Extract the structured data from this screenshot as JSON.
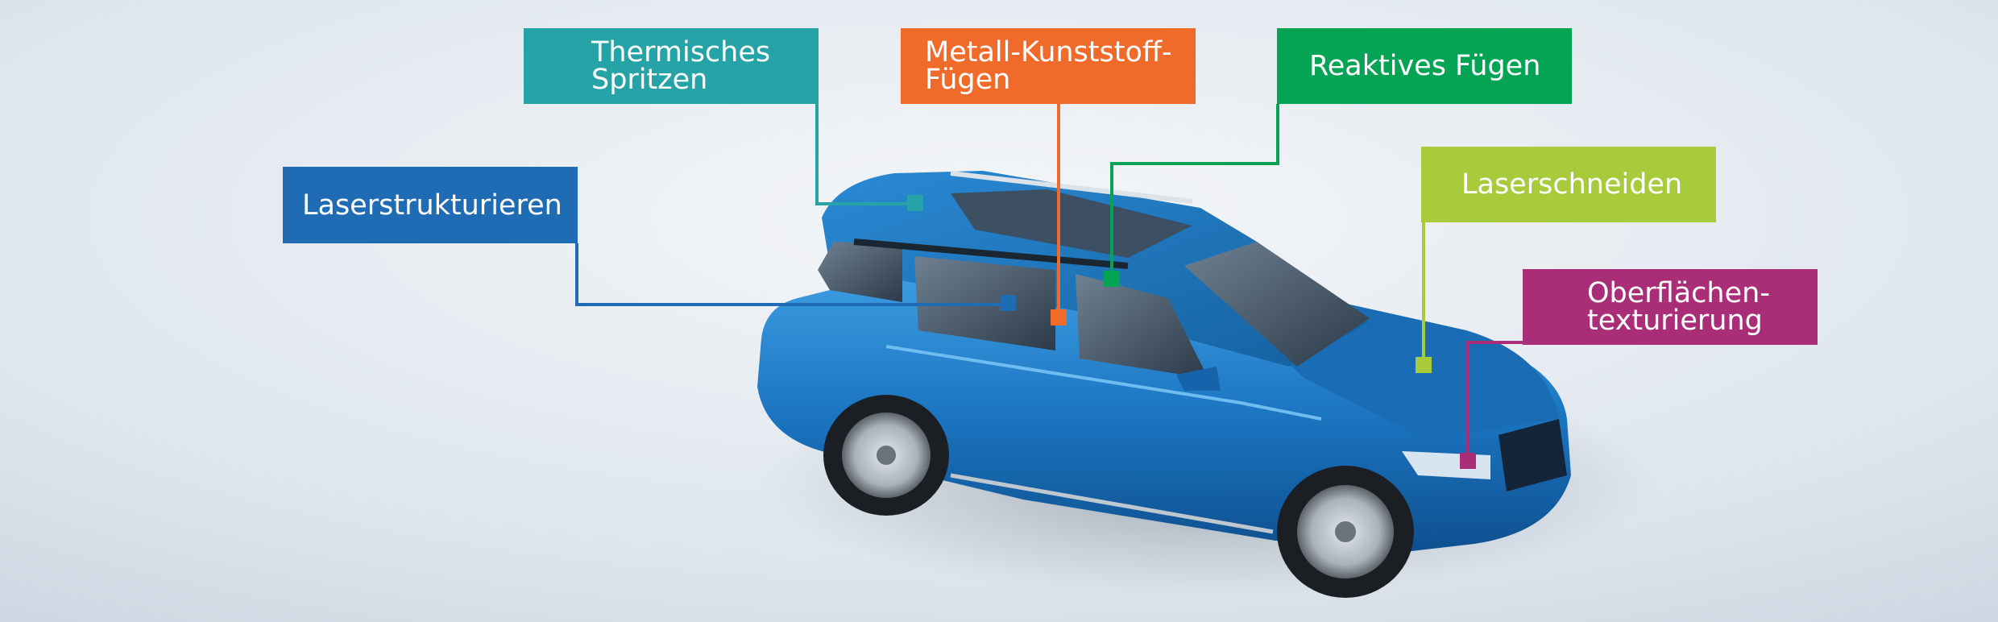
{
  "labels": {
    "laserstrukturieren": "Laserstrukturieren",
    "thermisches_spritzen": "Thermisches\nSpritzen",
    "metall_kunststoff": "Metall-Kunststoff-\nFügen",
    "reaktives_fuegen": "Reaktives Fügen",
    "laserschneiden": "Laserschneiden",
    "oberflaechentexturierung": "Oberflächen-\ntexturierung"
  },
  "colors": {
    "laserstrukturieren": "#1f6cb5",
    "thermisches_spritzen": "#25a3a6",
    "metall_kunststoff": "#f06a2a",
    "reaktives_fuegen": "#05a455",
    "laserschneiden": "#a7cb3a",
    "oberflaechentexturierung": "#a92d77",
    "car_body": "#1e78c3"
  }
}
